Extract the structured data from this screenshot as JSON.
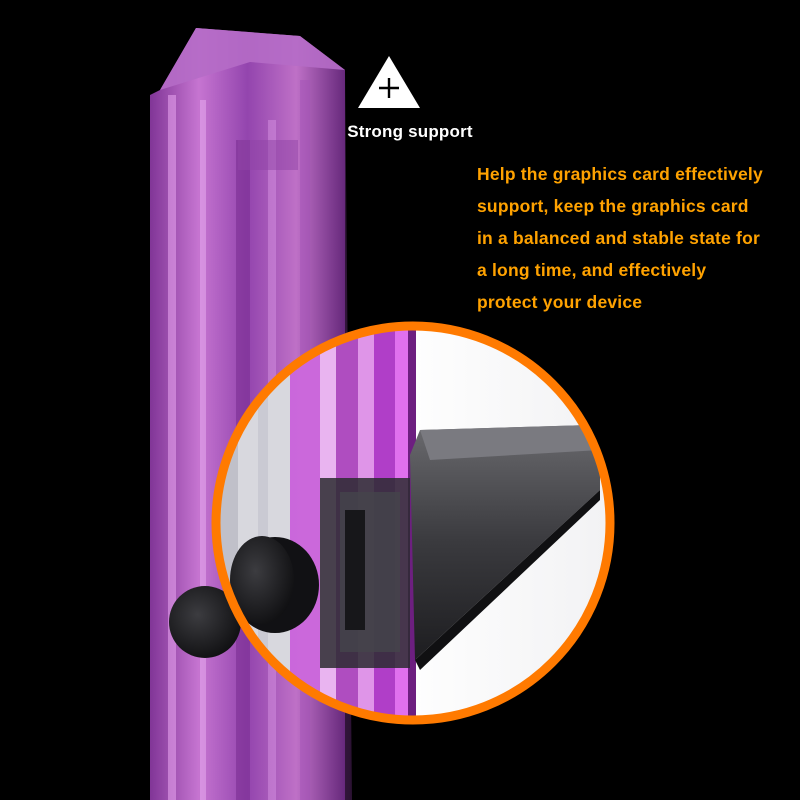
{
  "feature": {
    "icon": "plus-triangle-icon",
    "title": "Strong support",
    "description_lines": [
      "Help the graphics card effectively",
      "support, keep the graphics card",
      "in a balanced and stable state for",
      "a long time, and effectively",
      "protect your device"
    ]
  },
  "colors": {
    "background": "#000000",
    "accent_orange": "#ff7a00",
    "text_orange": "#ffa200",
    "pillar_purple": "#c65cd6",
    "text_white": "#ffffff"
  }
}
